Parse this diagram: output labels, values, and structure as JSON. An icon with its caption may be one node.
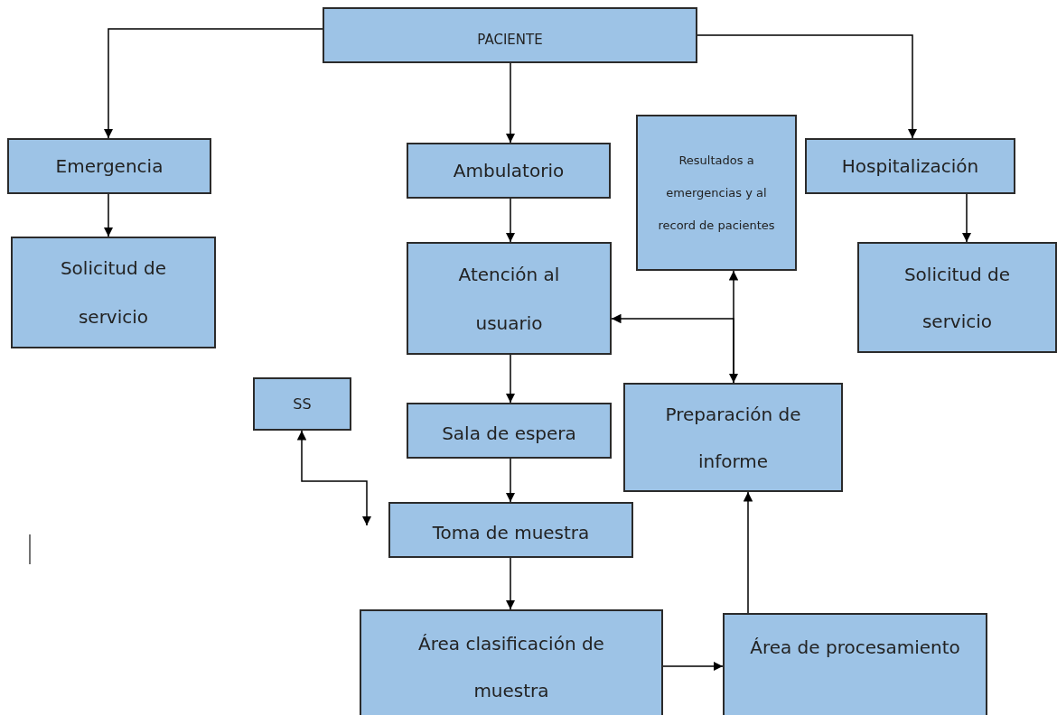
{
  "diagram": {
    "nodes": [
      {
        "text": [
          "PACIENTE"
        ]
      },
      {
        "text": [
          "Emergencia"
        ]
      },
      {
        "text": [
          "Solicitud de servicio"
        ]
      },
      {
        "text": [
          "Ambulatorio"
        ]
      },
      {
        "text": [
          "Resultados a emergencias y al record de pacientes"
        ]
      },
      {
        "text": [
          "Hospitalización"
        ]
      },
      {
        "text": [
          "Solicitud de servicio"
        ]
      },
      {
        "text": [
          "Atención al usuario"
        ]
      },
      {
        "text": [
          "SS"
        ]
      },
      {
        "text": [
          "Sala de espera"
        ]
      },
      {
        "text": [
          "Preparación de informe"
        ]
      },
      {
        "text": [
          "Toma de muestra"
        ]
      },
      {
        "text": [
          "Área clasificación de muestra"
        ]
      },
      {
        "text": [
          "Área de procesamiento"
        ]
      }
    ],
    "edges": [
      {
        "from": 0,
        "to": 1,
        "arrow": "to"
      },
      {
        "from": 0,
        "to": 3,
        "arrow": "to"
      },
      {
        "from": 0,
        "to": 5,
        "arrow": "to"
      },
      {
        "from": 1,
        "to": 2,
        "arrow": "to"
      },
      {
        "from": 3,
        "to": 7,
        "arrow": "to"
      },
      {
        "from": 5,
        "to": 6,
        "arrow": "to"
      },
      {
        "from": 7,
        "to": 9,
        "arrow": "to"
      },
      {
        "from": 9,
        "to": 11,
        "arrow": "to"
      },
      {
        "from": 11,
        "to": 12,
        "arrow": "to"
      },
      {
        "from": 12,
        "to": 13,
        "arrow": "to"
      },
      {
        "from": 13,
        "to": 10,
        "arrow": "to"
      },
      {
        "from": 10,
        "to": 4,
        "arrow": "both"
      },
      {
        "from": 10,
        "to": 7,
        "arrow": "to"
      },
      {
        "from": 8,
        "to": 11,
        "arrow": "both"
      }
    ]
  }
}
